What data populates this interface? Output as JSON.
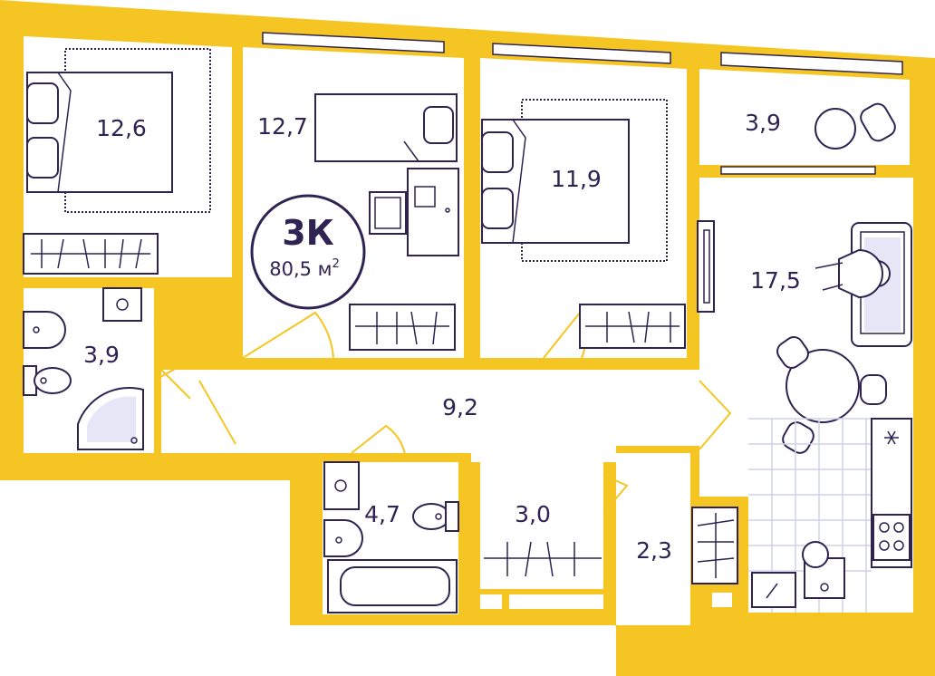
{
  "plan": {
    "apartment_type": "3К",
    "total_area_value": "80,5 м",
    "total_area_sup": "2",
    "rooms": [
      {
        "id": "bedroom-left",
        "area": "12,6"
      },
      {
        "id": "bedroom-kids",
        "area": "12,7"
      },
      {
        "id": "bedroom-middle",
        "area": "11,9"
      },
      {
        "id": "loggia",
        "area": "3,9"
      },
      {
        "id": "bathroom-shower",
        "area": "3,9"
      },
      {
        "id": "living-kitchen",
        "area": "17,5"
      },
      {
        "id": "hallway",
        "area": "9,2"
      },
      {
        "id": "bathroom-tub",
        "area": "4,7"
      },
      {
        "id": "closet",
        "area": "3,0"
      },
      {
        "id": "entrance",
        "area": "2,3"
      }
    ]
  },
  "colors": {
    "wall": "#f5c623",
    "line": "#2e2352",
    "floor": "#ffffff",
    "accent": "#e6e6f6"
  },
  "icons": [
    "bed-icon",
    "wardrobe-icon",
    "sink-icon",
    "toilet-icon",
    "shower-icon",
    "bathtub-icon",
    "desk-icon",
    "chair-icon",
    "sofa-icon",
    "dining-table-icon",
    "stove-icon",
    "washing-machine-icon",
    "person-icon",
    "tv-icon"
  ]
}
